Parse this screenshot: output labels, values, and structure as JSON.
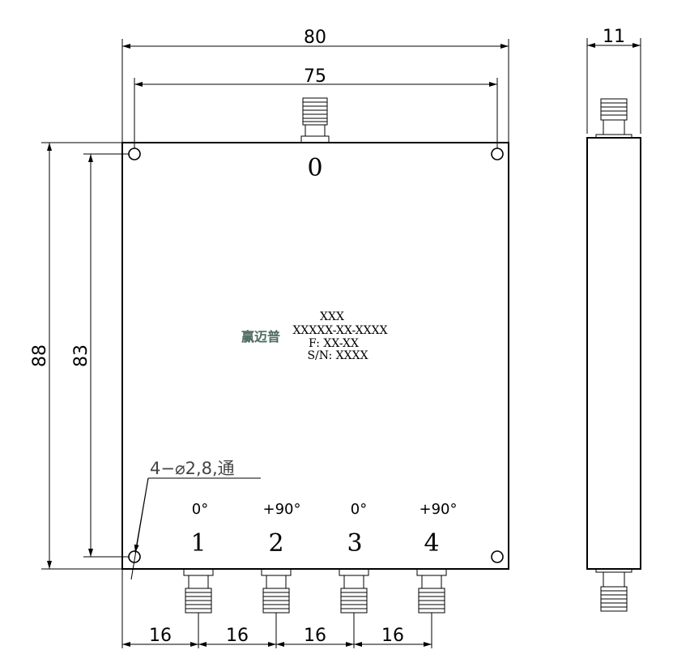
{
  "dimensions": {
    "overall_width": "80",
    "hole_spacing_x": "75",
    "side_depth": "11",
    "overall_height": "88",
    "hole_spacing_y": "83",
    "port_pitch": [
      "16",
      "16",
      "16",
      "16"
    ]
  },
  "ports": {
    "input_label": "0",
    "outputs": [
      {
        "number": "1",
        "phase": "0°"
      },
      {
        "number": "2",
        "phase": "+90°"
      },
      {
        "number": "3",
        "phase": "0°"
      },
      {
        "number": "4",
        "phase": "+90°"
      }
    ]
  },
  "nameplate": {
    "logo": "赢迈普",
    "line1": "XXX",
    "line2": "XXXXX-XX-XXXX",
    "line3": "F: XX-XX",
    "line4": "S/N: XXXX"
  },
  "hole_note": "4−⌀2,8,通",
  "colors": {
    "line": "#000000",
    "logo": "#4d6b5f",
    "note": "#444444"
  }
}
